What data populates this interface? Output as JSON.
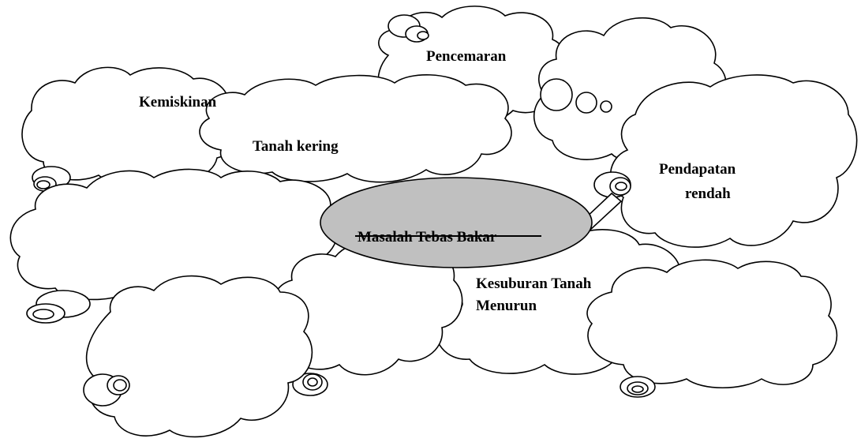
{
  "diagram": {
    "center": {
      "label": "Masalah Tebas Bakar",
      "fill": "#c0c0c0"
    },
    "nodes": [
      {
        "id": "kemiskinan",
        "label": "Kemiskinan"
      },
      {
        "id": "tanah-kering",
        "label": "Tanah kering"
      },
      {
        "id": "pencemaran",
        "label": "Pencemaran"
      },
      {
        "id": "pendapatan-rendah",
        "label_line1": "Pendapatan",
        "label_line2": "rendah"
      },
      {
        "id": "kesuburan",
        "label_line1": "Kesuburan Tanah",
        "label_line2": "Menurun"
      },
      {
        "id": "empty-1",
        "label": ""
      },
      {
        "id": "empty-2",
        "label": ""
      },
      {
        "id": "empty-3",
        "label": ""
      },
      {
        "id": "empty-4",
        "label": ""
      }
    ]
  },
  "colors": {
    "stroke": "#000000",
    "cloud_fill": "#ffffff",
    "center_fill": "#c0c0c0"
  }
}
